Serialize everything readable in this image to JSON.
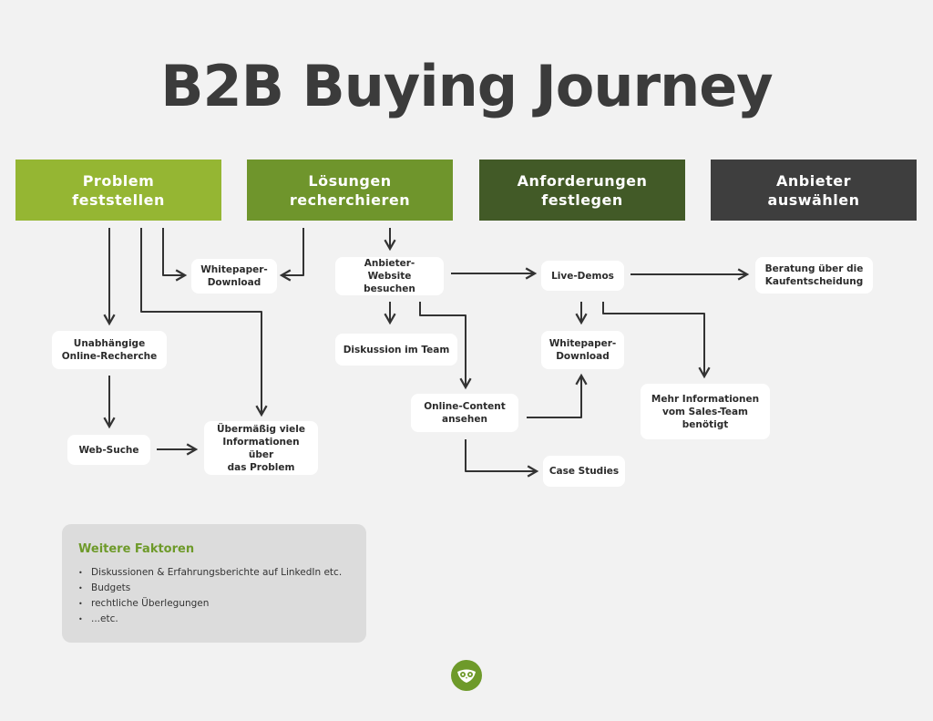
{
  "title": "B2B Buying Journey",
  "colors": {
    "stage_1": "#95b633",
    "stage_2": "#6f952c",
    "stage_3": "#425a27",
    "stage_4": "#3e3e3e",
    "accent": "#6e9a2a",
    "arrow": "#333333"
  },
  "stages": [
    {
      "label": "Problem\nfeststellen"
    },
    {
      "label": "Lösungen\nrecherchieren"
    },
    {
      "label": "Anforderungen\nfestlegen"
    },
    {
      "label": "Anbieter\nauswählen"
    }
  ],
  "nodes": {
    "whitepaper_download_1": "Whitepaper-\nDownload",
    "anbieter_website": "Anbieter-\nWebsite besuchen",
    "live_demos": "Live-Demos",
    "beratung": "Beratung über die\nKaufentscheidung",
    "online_recherche": "Unabhängige\nOnline-Recherche",
    "diskussion_team": "Diskussion im Team",
    "whitepaper_download_2": "Whitepaper-\nDownload",
    "mehr_informationen": "Mehr Informationen\nvom Sales-Team\nbenötigt",
    "online_content": "Online-Content\nansehen",
    "web_suche": "Web-Suche",
    "viele_informationen": "Übermäßig viele\nInformationen über\ndas Problem",
    "case_studies": "Case Studies"
  },
  "factors": {
    "heading": "Weitere Faktoren",
    "items": [
      "Diskussionen & Erfahrungsberichte auf LinkedIn etc.",
      "Budgets",
      "rechtliche Überlegungen",
      "...etc."
    ]
  },
  "logo_icon": "owl-icon"
}
